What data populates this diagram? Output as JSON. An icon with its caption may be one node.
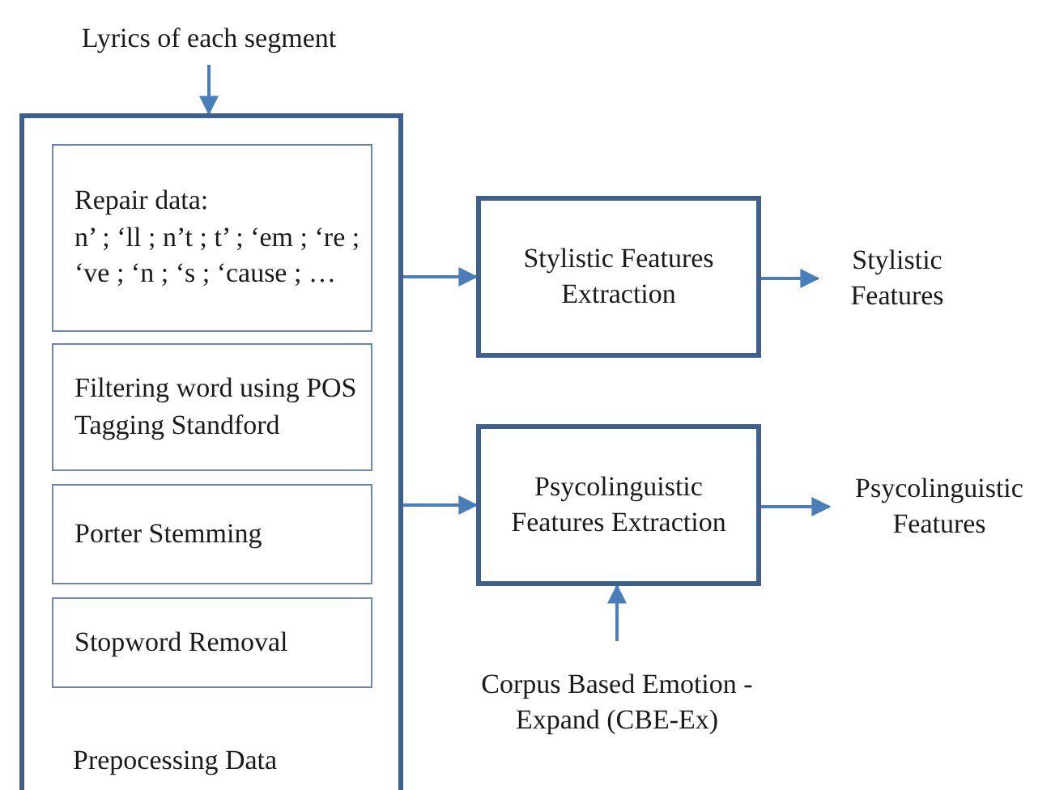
{
  "diagram": {
    "nodes": [
      {
        "text": [
          "Lyrics of each segment"
        ]
      },
      {
        "text": [
          "Prepocessing Data"
        ]
      },
      {
        "text": [
          "Repair data:",
          "n’ ; ‘ll ; n’t ; t’ ; ‘em ; ‘re ; ‘ve ; ‘n ; ‘s ; ‘cause ; …"
        ],
        "in": 1
      },
      {
        "text": [
          "Filtering word using POS Tagging Standford"
        ],
        "in": 1
      },
      {
        "text": [
          "Porter Stemming"
        ],
        "in": 1
      },
      {
        "text": [
          "Stopword Removal"
        ],
        "in": 1
      },
      {
        "text": [
          "Stylistic Features Extraction"
        ]
      },
      {
        "text": [
          "Psycolinguistic Features Extraction"
        ]
      },
      {
        "text": [
          "Stylistic Features"
        ]
      },
      {
        "text": [
          "Psycolinguistic Features"
        ]
      },
      {
        "text": [
          "Corpus Based Emotion - Expand (CBE-Ex)"
        ]
      }
    ],
    "edges": [
      {
        "from": 0,
        "to": 1,
        "arrow": "to"
      },
      {
        "from": 1,
        "to": 6,
        "arrow": "to"
      },
      {
        "from": 1,
        "to": 7,
        "arrow": "to"
      },
      {
        "from": 6,
        "to": 8,
        "arrow": "to"
      },
      {
        "from": 7,
        "to": 9,
        "arrow": "to"
      },
      {
        "from": 10,
        "to": 7,
        "arrow": "to"
      }
    ]
  }
}
